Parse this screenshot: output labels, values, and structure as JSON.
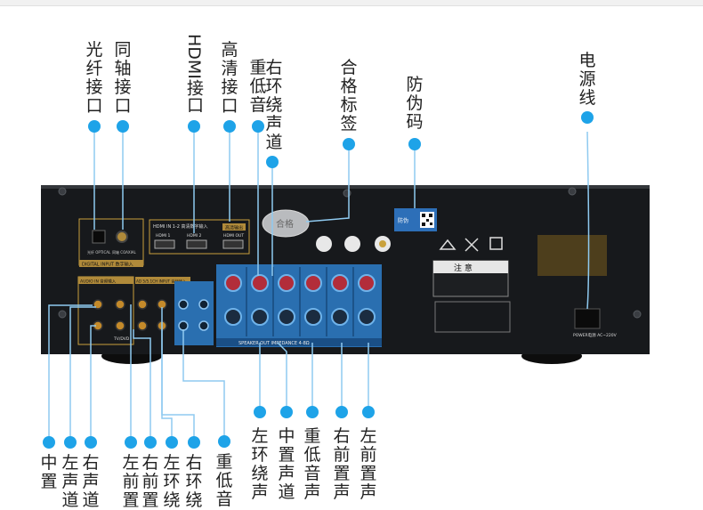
{
  "top_labels": {
    "optical": "光纤接口",
    "coaxial": "同轴接口",
    "hdmi": "HDMI接口",
    "hd": "高清接口",
    "subwoofer": "重低音",
    "right_surround": "右环绕声道",
    "cert": "合格标签",
    "anti_fake": "防伪码",
    "power": "电源线"
  },
  "bottom_labels": {
    "center": "中置",
    "left_ch": "左声道",
    "right_ch": "右声道",
    "left_front": "左前置",
    "right_front": "右前置",
    "left_surround": "左环绕",
    "right_surround": "右环绕",
    "subwoofer": "重低音",
    "spk_left_surround": "左环绕声",
    "spk_center": "中置声道",
    "spk_sub": "重低音声",
    "spk_right_front": "右前置声",
    "spk_left_front": "左前置声"
  },
  "panel": {
    "optical_label": "光纤 OPTICAL",
    "coaxial_label": "同轴 COAXIAL",
    "digital_input": "DIGITAL INPUT 数字输入",
    "hdmi_in": "HDMI IN 1-2 高清数字输入",
    "hdmi1": "HDMI 1",
    "hdmi2": "HDMI 2",
    "hdmi_out_cn": "高清输出",
    "hdmi_out": "HDMI OUT",
    "audio_in": "AUDIO IN 音频输入",
    "av_input": "AD 5/5.1CH INPUT 音频输入",
    "tvdvd": "TV/DVD",
    "speaker_out": "SPEAKER OUT IMPEDANCE 4-8Ω",
    "warning": "注 意",
    "power_label": "POWER电源 AC~220V",
    "cert_text": "合格",
    "qr_text": "防伪"
  },
  "colors": {
    "accent": "#1ea3e8",
    "panel": "#17191c",
    "terminal_block": "#2a6fb0",
    "gold": "#caa03c"
  }
}
